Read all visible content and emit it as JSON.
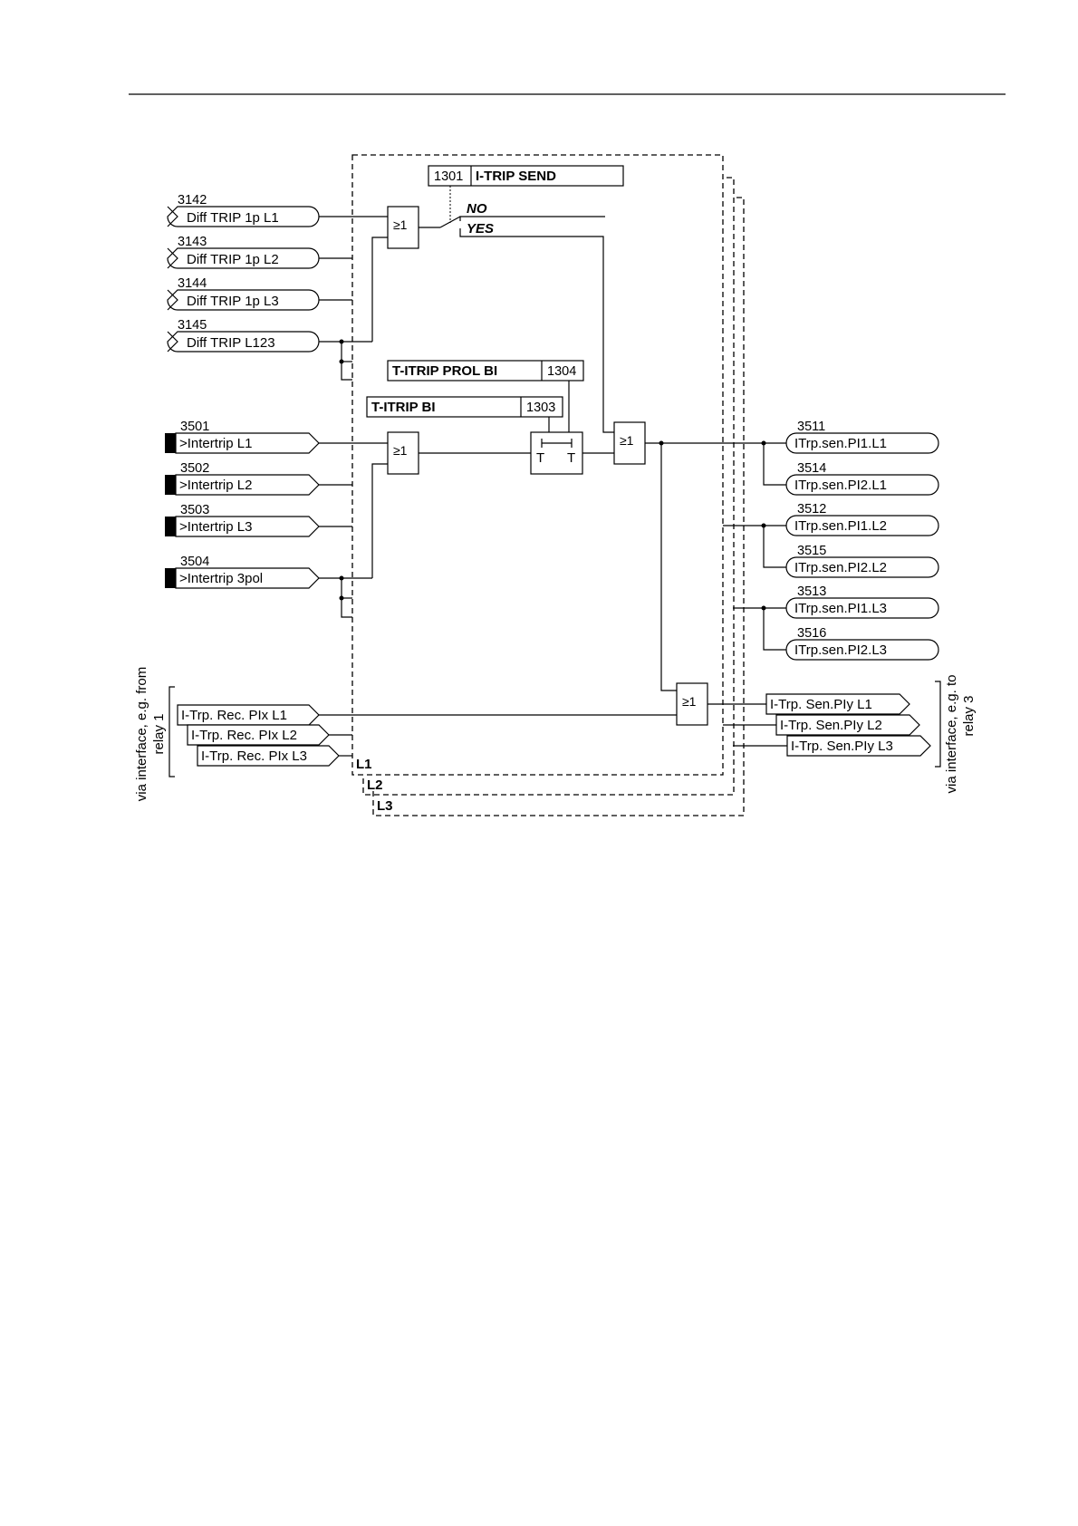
{
  "inputs_diff": [
    {
      "number": "3142",
      "label": "Diff TRIP 1p L1"
    },
    {
      "number": "3143",
      "label": "Diff TRIP 1p L2"
    },
    {
      "number": "3144",
      "label": "Diff TRIP 1p L3"
    },
    {
      "number": "3145",
      "label": "Diff TRIP L123"
    }
  ],
  "inputs_binary": [
    {
      "number": "3501",
      "label": ">Intertrip L1"
    },
    {
      "number": "3502",
      "label": ">Intertrip L2"
    },
    {
      "number": "3503",
      "label": ">Intertrip L3"
    },
    {
      "number": "3504",
      "label": ">Intertrip 3pol"
    }
  ],
  "param_itrip_send": {
    "number": "1301",
    "name": "I-TRIP SEND"
  },
  "switch_options": {
    "no": "NO",
    "yes": "YES"
  },
  "param_prol": {
    "name": "T-ITRIP PROL BI",
    "number": "1304"
  },
  "param_bi": {
    "name": "T-ITRIP BI",
    "number": "1303"
  },
  "timer_labels": {
    "t1": "T",
    "t2": "T"
  },
  "gate_label": "≥1",
  "outputs": [
    {
      "number": "3511",
      "label": "ITrp.sen.PI1.L1"
    },
    {
      "number": "3514",
      "label": "ITrp.sen.PI2.L1"
    },
    {
      "number": "3512",
      "label": "ITrp.sen.PI1.L2"
    },
    {
      "number": "3515",
      "label": "ITrp.sen.PI2.L2"
    },
    {
      "number": "3513",
      "label": "ITrp.sen.PI1.L3"
    },
    {
      "number": "3516",
      "label": "ITrp.sen.PI2.L3"
    }
  ],
  "rec_inputs": [
    "I-Trp. Rec. PIx L1",
    "I-Trp. Rec. PIx L2",
    "I-Trp. Rec. PIx L3"
  ],
  "sen_outputs": [
    "I-Trp. Sen.PIy L1",
    "I-Trp. Sen.PIy L2",
    "I-Trp. Sen.PIy L3"
  ],
  "phase_labels": [
    "L1",
    "L2",
    "L3"
  ],
  "via_from": {
    "line1": "via interface, e.g. from",
    "line2": "relay 1"
  },
  "via_to": {
    "line1": "via interface, e.g. to",
    "line2": "relay 3"
  }
}
